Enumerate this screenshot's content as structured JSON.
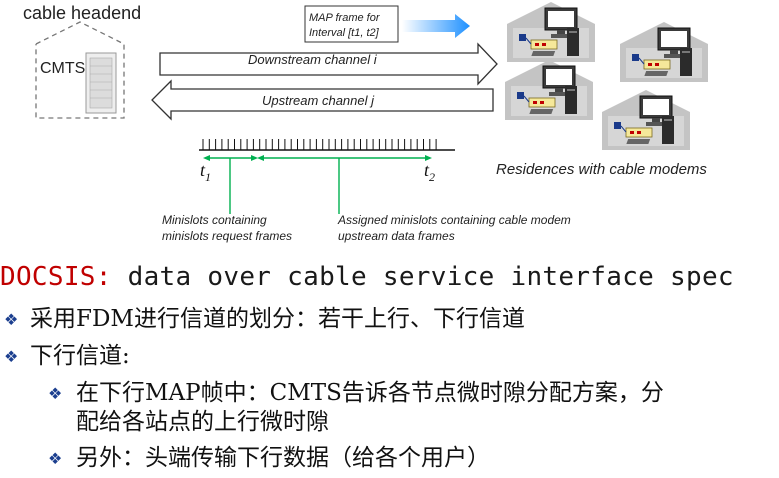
{
  "diagram": {
    "headend_label": "cable headend",
    "cmts_label": "CMTS",
    "map_frame_label_line1": "MAP frame for",
    "map_frame_label_line2": "Interval [t1, t2]",
    "downstream_label": "Downstream channel i",
    "upstream_label": "Upstream channel j",
    "t1_label": "t",
    "t1_sub": "1",
    "t2_label": "t",
    "t2_sub": "2",
    "residences_label": "Residences with cable modems",
    "request_slots_label_line1": "Minislots containing",
    "request_slots_label_line2": "minislots request frames",
    "assigned_slots_label_line1": "Assigned minislots containing cable modem",
    "assigned_slots_label_line2": "upstream data frames"
  },
  "title": {
    "prefix": "DOCSIS:",
    "rest": " data over cable service interface spec"
  },
  "bullets": [
    {
      "text": "采用FDM进行信道的划分：若干上行、下行信道"
    },
    {
      "text": "下行信道:"
    },
    {
      "text_line1": "在下行MAP帧中：CMTS告诉各节点微时隙分配方案，分",
      "text_line2": "配给各站点的上行微时隙"
    },
    {
      "text": "另外：头端传输下行数据（给各个用户）"
    }
  ],
  "colors": {
    "title_red": "#c00000",
    "bullet_mark": "#1c3f8f",
    "minislot_green": "#00b050",
    "map_arrow_blue": "#1e90ff",
    "house_gray": "#c0c0c0"
  }
}
